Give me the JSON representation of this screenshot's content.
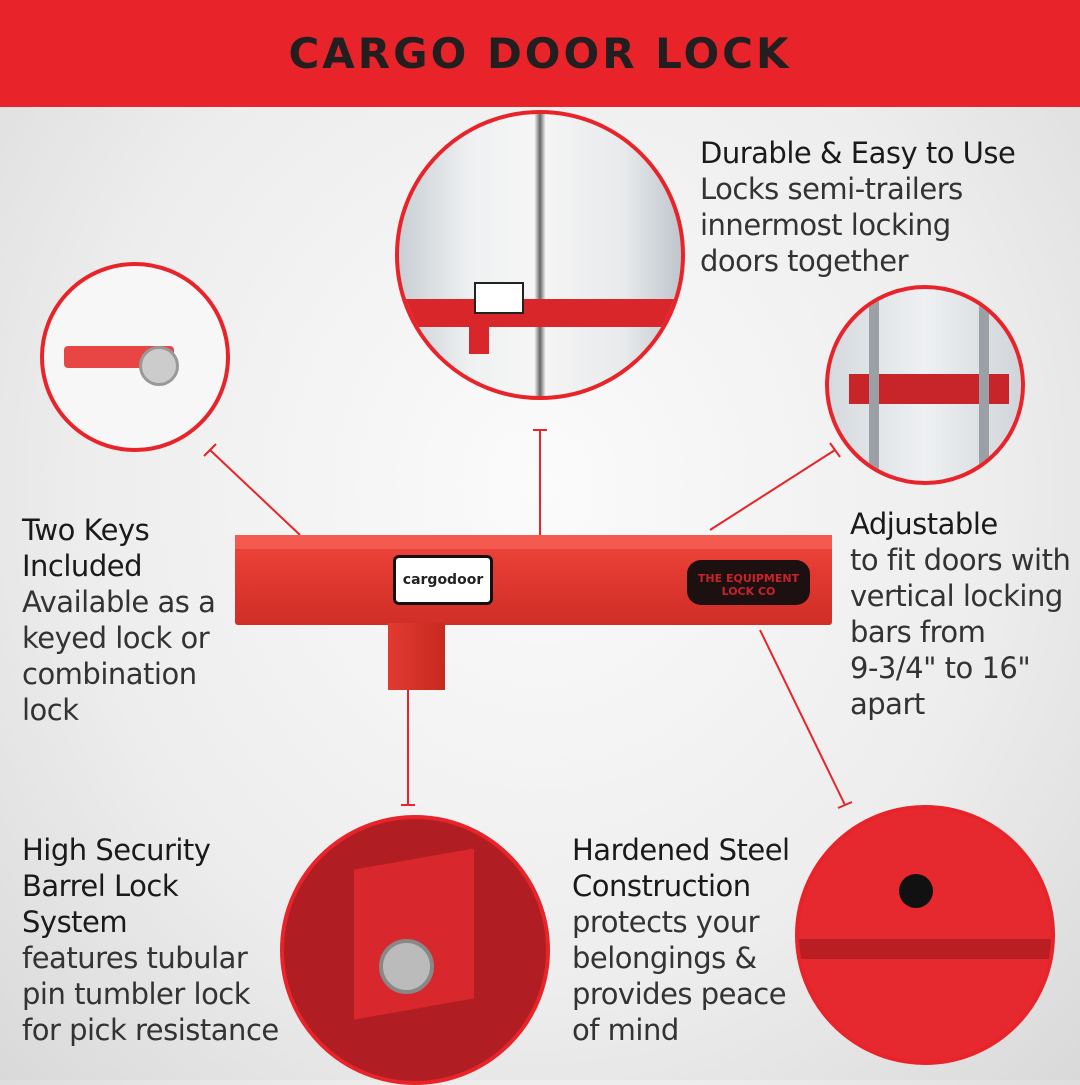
{
  "header": {
    "title": "CARGO DOOR LOCK"
  },
  "colors": {
    "brand_red": "#e8242a",
    "text": "#231f20"
  },
  "features": [
    {
      "heading": "Durable & Easy to Use",
      "lines": [
        "Locks semi-trailers",
        "innermost locking",
        "doors together"
      ]
    },
    {
      "heading_lines": [
        "Two Keys",
        "Included"
      ],
      "lines": [
        "Available as a",
        "keyed lock or",
        "combination",
        "lock"
      ]
    },
    {
      "heading": "Adjustable",
      "lines": [
        "to fit doors with",
        "vertical locking",
        "bars from",
        "9-3/4\" to 16\"",
        "apart"
      ]
    },
    {
      "heading_lines": [
        "High Security",
        "Barrel Lock",
        "System"
      ],
      "lines": [
        "features tubular",
        "pin tumbler lock",
        "for pick resistance"
      ]
    },
    {
      "heading_lines": [
        "Hardened Steel",
        "Construction"
      ],
      "lines": [
        "protects your",
        "belongings &",
        "provides peace",
        "of mind"
      ]
    }
  ],
  "product": {
    "label_left": "cargodoor",
    "label_right": "THE EQUIPMENT LOCK CO"
  }
}
